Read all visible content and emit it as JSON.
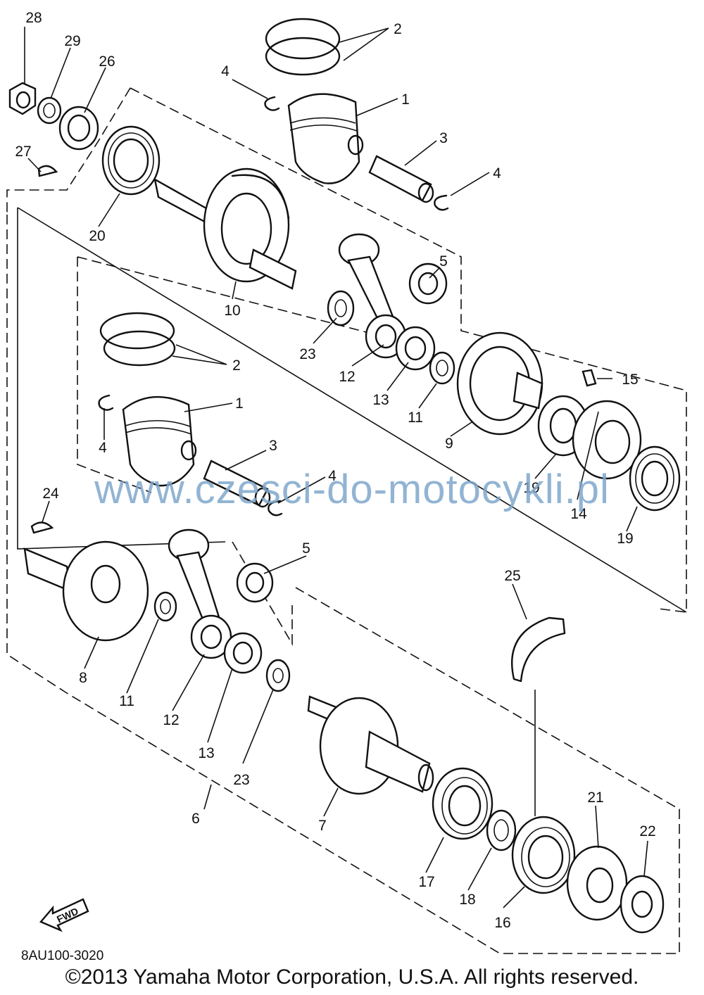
{
  "diagram": {
    "watermark": "www.czesci-do-motocykli.pl",
    "drawing_code": "8AU100-3020",
    "copyright": "©2013 Yamaha Motor Corporation, U.S.A. All rights reserved.",
    "fwd_label": "FWD",
    "callouts": [
      "28",
      "29",
      "26",
      "27",
      "20",
      "2",
      "4",
      "1",
      "3",
      "4",
      "5",
      "10",
      "23",
      "12",
      "13",
      "11",
      "9",
      "15",
      "19",
      "14",
      "19",
      "2",
      "1",
      "4",
      "3",
      "4",
      "24",
      "5",
      "8",
      "11",
      "12",
      "13",
      "23",
      "25",
      "6",
      "7",
      "17",
      "18",
      "16",
      "21",
      "22"
    ]
  }
}
